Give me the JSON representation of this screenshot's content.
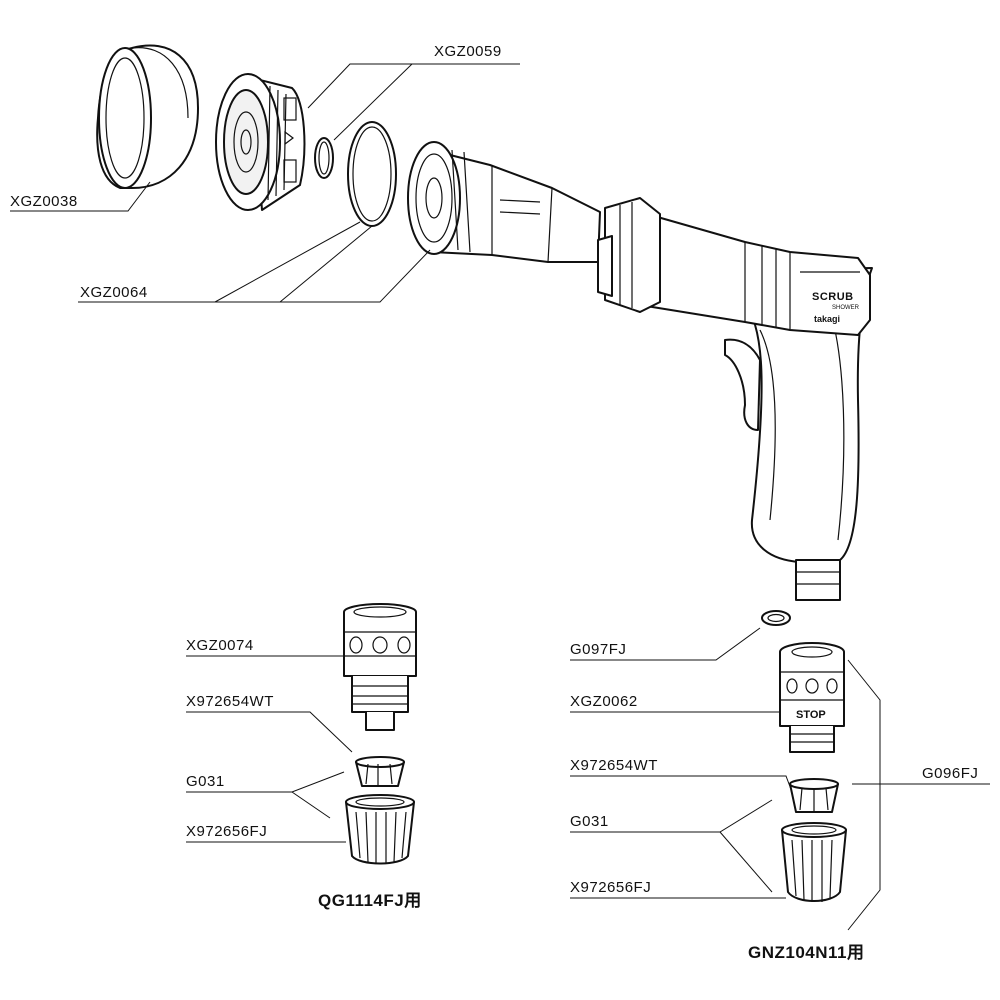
{
  "labels": {
    "xgz0059": "XGZ0059",
    "xgz0038": "XGZ0038",
    "xgz0064": "XGZ0064",
    "xgz0074": "XGZ0074",
    "x972654wt_left": "X972654WT",
    "g031_left": "G031",
    "x972656fj_left": "X972656FJ",
    "g097fj": "G097FJ",
    "xgz0062": "XGZ0062",
    "x972654wt_right": "X972654WT",
    "g031_right": "G031",
    "x972656fj_right": "X972656FJ",
    "g096fj": "G096FJ"
  },
  "captions": {
    "left_set": "QG1114FJ用",
    "right_set": "GNZ104N11用"
  },
  "product_marks": {
    "logo": "SCRUB",
    "sub": "SHOWER",
    "brand": "takagi",
    "stop": "STOP"
  }
}
